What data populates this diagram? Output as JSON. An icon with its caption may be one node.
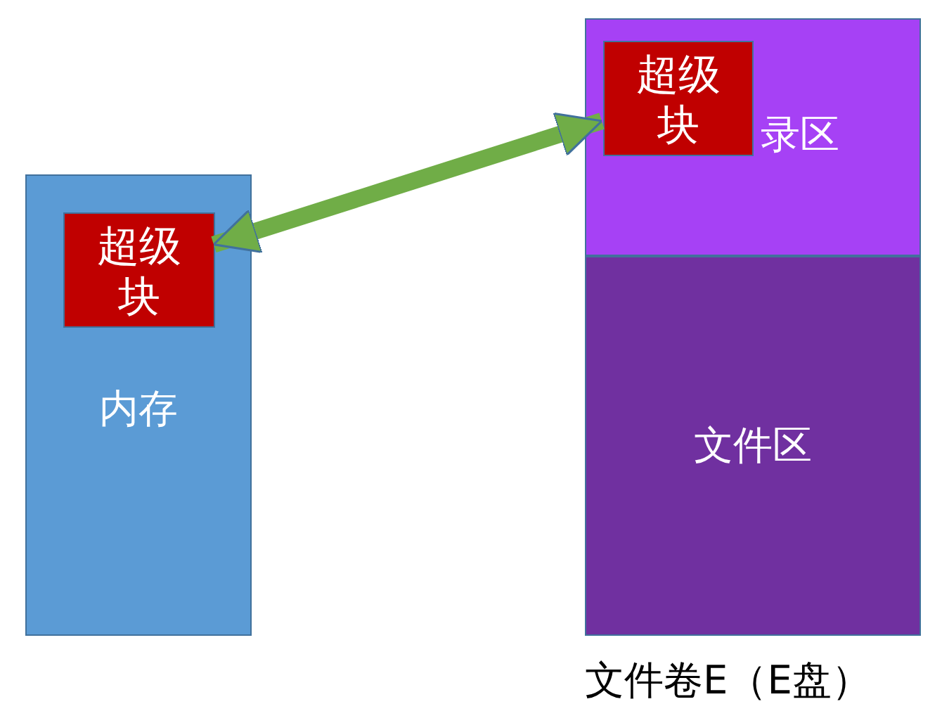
{
  "diagram": {
    "nodes": [
      {
        "text": [
          "内存"
        ]
      },
      {
        "text": [
          "超级块"
        ],
        "in": 0
      },
      {
        "text": [
          "文件卷E（E盘）"
        ]
      },
      {
        "text": [
          "录区"
        ],
        "in": 2
      },
      {
        "text": [
          "文件区"
        ],
        "in": 2
      },
      {
        "text": [
          "超级块"
        ],
        "in": 3
      }
    ],
    "edges": [
      {
        "from": 1,
        "to": 5,
        "arrow": "both",
        "color": "#70ad47"
      }
    ]
  }
}
